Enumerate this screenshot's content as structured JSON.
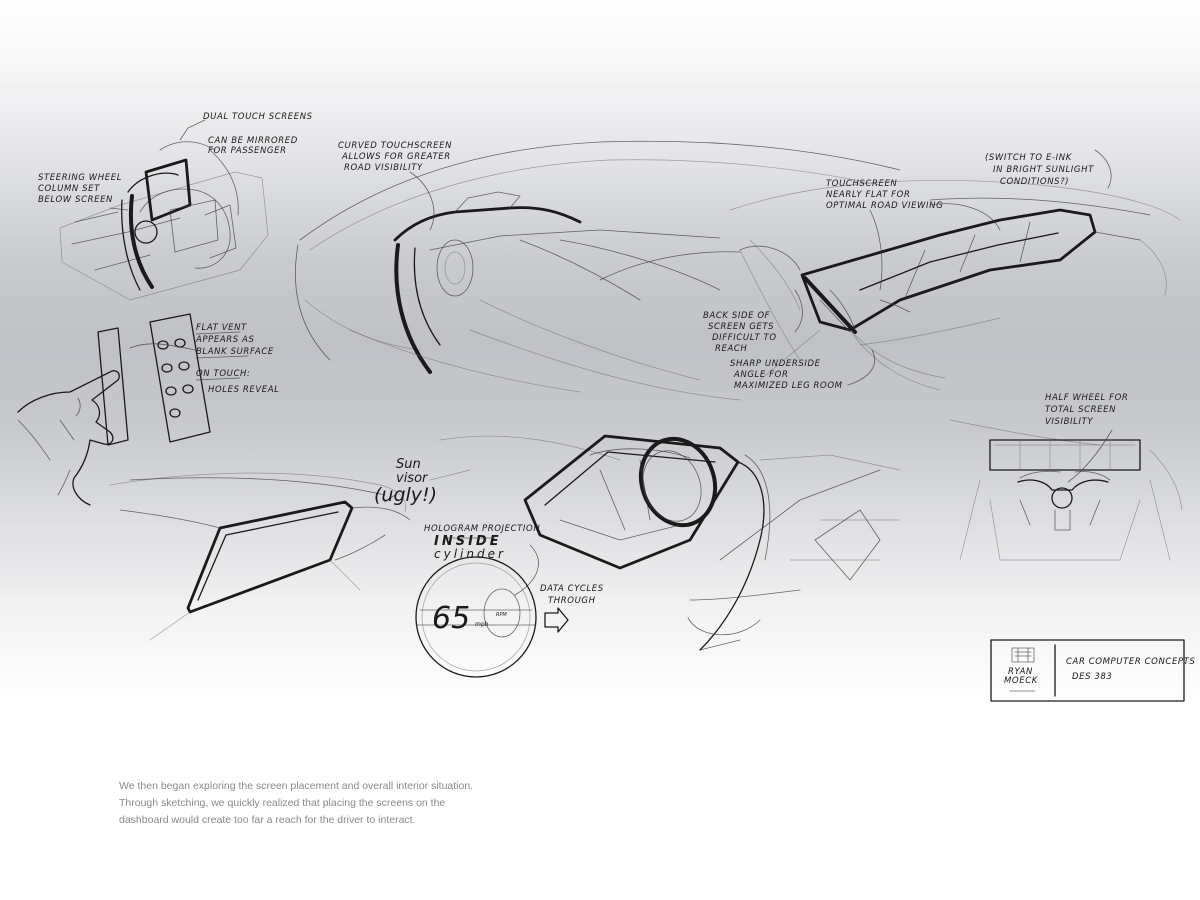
{
  "annotations": {
    "steering": {
      "dual_touch": "Dual Touch Screens",
      "mirrored_1": "Can be mirrored",
      "mirrored_2": "for passenger",
      "col_1": "Steering wheel",
      "col_2": "column set",
      "col_3": "below screen"
    },
    "curved": {
      "line1": "Curved touchscreen",
      "line2": "allows for greater",
      "line3": "road visibility"
    },
    "eink": {
      "line1": "(Switch to E-ink",
      "line2": "in bright sunlight",
      "line3": "conditions?)"
    },
    "nearly_flat": {
      "line1": "Touchscreen",
      "line2": "nearly flat for",
      "line3": "optimal road viewing"
    },
    "back_side": {
      "line1": "Back side of",
      "line2": "screen gets",
      "line3": "difficult to",
      "line4": "reach"
    },
    "underside": {
      "line1": "Sharp underside",
      "line2": "angle for",
      "line3": "maximized leg room"
    },
    "vent": {
      "line1": "Flat vent",
      "line2": "appears as",
      "line3": "blank surface",
      "line4": "On touch:",
      "line5": "holes reveal"
    },
    "visor": {
      "line1": "Sun",
      "line2": "visor",
      "line3": "(ugly!)"
    },
    "hologram": {
      "line1": "Hologram Projection",
      "line2": "INSIDE",
      "line3": "cylinder"
    },
    "data_cycles": {
      "line1": "Data cycles",
      "line2": "through"
    },
    "speed": {
      "value": "65",
      "unit": "mph",
      "secondary": "RPM"
    },
    "half_wheel": {
      "line1": "Half wheel for",
      "line2": "total screen",
      "line3": "visibility"
    }
  },
  "title_block": {
    "name_1": "RYAN",
    "name_2": "MOECK",
    "project_1": "Car computer concepts",
    "project_2": "DES 383"
  },
  "caption": {
    "line1": "We then began exploring the screen placement and overall interior situation.",
    "line2": "Through sketching, we quickly realized that placing the screens on the",
    "line3": "dashboard would create too far a reach for the driver to interact."
  }
}
